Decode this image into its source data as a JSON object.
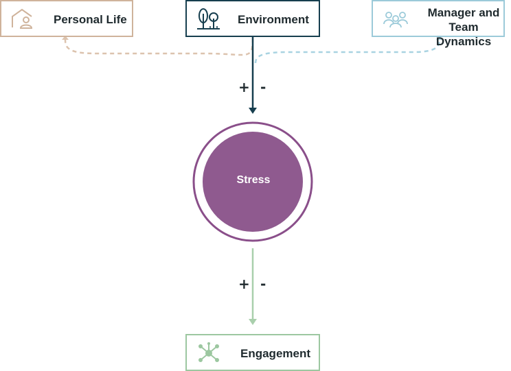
{
  "nodes": {
    "personal_life": {
      "label": "Personal Life",
      "icon": "home-person-icon"
    },
    "environment": {
      "label": "Environment",
      "icon": "trees-icon"
    },
    "manager_team": {
      "label": "Manager and\nTeam Dynamics",
      "icon": "people-group-icon"
    },
    "stress": {
      "label": "Stress"
    },
    "engagement": {
      "label": "Engagement",
      "icon": "network-hub-icon"
    }
  },
  "signs": {
    "upper_plus": "+",
    "upper_minus": "-",
    "lower_plus": "+",
    "lower_minus": "-"
  },
  "colors": {
    "personal_life": "#cfb39b",
    "environment": "#163e4e",
    "manager_team": "#9bcad9",
    "stress_fill": "#8f5a8f",
    "stress_ring": "#8a4f8a",
    "engagement": "#9cc7a0"
  }
}
